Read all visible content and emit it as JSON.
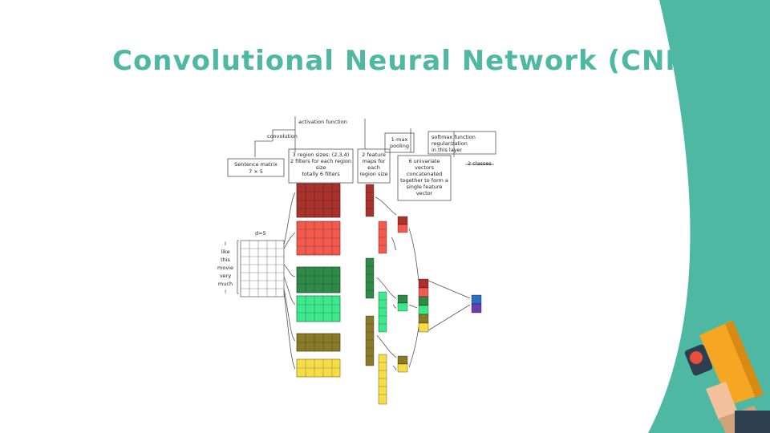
{
  "slide": {
    "title": "Convolutional Neural Network (CNN)"
  },
  "colors": {
    "accent_teal": "#4fb8a2",
    "dark_red": "#a8322c",
    "light_red": "#f25a4d",
    "dark_green": "#2f8a47",
    "light_green": "#3ee88c",
    "olive": "#8a7a28",
    "yellow": "#f7dc4a",
    "blue": "#2a6fc0",
    "purple": "#6a3fa8"
  },
  "diagram": {
    "labels": {
      "activation": "activation function",
      "convolution": "convolution",
      "sentence_matrix_line1": "Sentence matrix",
      "sentence_matrix_line2": "7 × 5",
      "region_sizes_line1": "3 region sizes: (2,3,4)",
      "region_sizes_line2": "2 filters for each region",
      "region_sizes_line3": "size",
      "region_sizes_line4": "totally 6 filters",
      "feature_maps_line1": "2 feature",
      "feature_maps_line2": "maps for",
      "feature_maps_line3": "each",
      "feature_maps_line4": "region size",
      "max_pooling_line1": "1-max",
      "max_pooling_line2": "pooling",
      "univariate_line1": "6 univariate",
      "univariate_line2": "vectors",
      "univariate_line3": "concatenated",
      "univariate_line4": "together to form a",
      "univariate_line5": "single feature",
      "univariate_line6": "vector",
      "softmax_line1": "softmax function",
      "softmax_line2": "regularization",
      "softmax_line3": "in this layer",
      "classes": "2 classes",
      "d": "d=5"
    },
    "words": [
      "I",
      "like",
      "this",
      "movie",
      "very",
      "much",
      "!"
    ]
  }
}
